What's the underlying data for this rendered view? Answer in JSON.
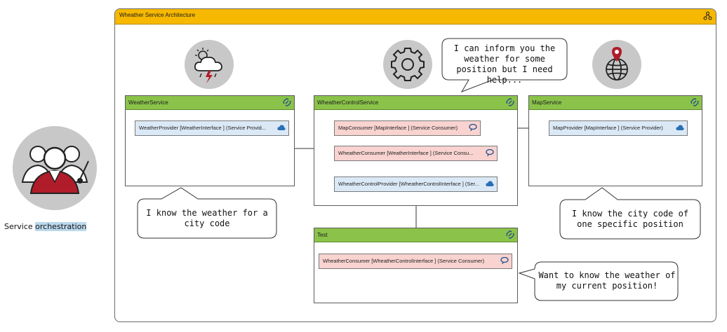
{
  "frame": {
    "title": "Wheather Service Architecture"
  },
  "orchestration_label": {
    "prefix": "Service ",
    "highlight": "orchestration"
  },
  "services": {
    "weather": {
      "title": "WeatherService",
      "ports": [
        {
          "label": "WeatherProvider [WeatherInterface ] (Service Provid...",
          "kind": "provider"
        }
      ]
    },
    "control": {
      "title": "WheatherControlService",
      "ports": [
        {
          "label": "MapConsumer [MapInterface ] (Service Consumer)",
          "kind": "consumer"
        },
        {
          "label": "WheatherConsumer [WeatherInterface ] (Service Consu...",
          "kind": "consumer"
        },
        {
          "label": "WheatherControlProvider [WheatherControlInterface ] (Ser...",
          "kind": "provider"
        }
      ]
    },
    "map": {
      "title": "MapService",
      "ports": [
        {
          "label": "MapProvider [MapInterface ] (Service Provider)",
          "kind": "provider"
        }
      ]
    },
    "test": {
      "title": "Test",
      "ports": [
        {
          "label": "WheatherConsumer [WheatherControlInterface ] (Service Consumer)",
          "kind": "consumer"
        }
      ]
    }
  },
  "callouts": {
    "control": "I can inform you the weather for some position but I need help...",
    "weather": "I know the weather for a city code",
    "map": "I know the city code of one specific position",
    "test": "Want to know the weather of my current position!"
  }
}
